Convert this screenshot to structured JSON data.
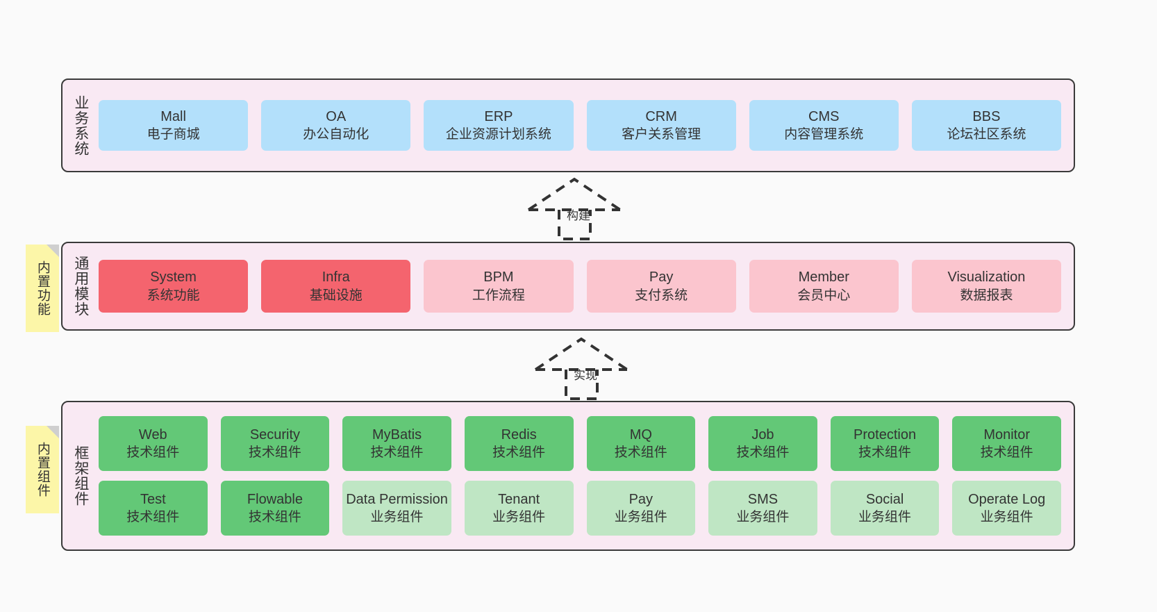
{
  "diagram": {
    "title_hidden": "",
    "layers": [
      {
        "id": "business",
        "label": "业务系统",
        "rows": [
          {
            "cards": [
              {
                "name": "Mall",
                "desc": "电子商城",
                "color": "#b3e0fb"
              },
              {
                "name": "OA",
                "desc": "办公自动化",
                "color": "#b3e0fb"
              },
              {
                "name": "ERP",
                "desc": "企业资源计划系统",
                "color": "#b3e0fb"
              },
              {
                "name": "CRM",
                "desc": "客户关系管理",
                "color": "#b3e0fb"
              },
              {
                "name": "CMS",
                "desc": "内容管理系统",
                "color": "#b3e0fb"
              },
              {
                "name": "BBS",
                "desc": "论坛社区系统",
                "color": "#b3e0fb"
              }
            ]
          }
        ]
      },
      {
        "id": "common",
        "label": "通用模块",
        "sticky": "内置功能",
        "rows": [
          {
            "cards": [
              {
                "name": "System",
                "desc": "系统功能",
                "color": "#f4646e"
              },
              {
                "name": "Infra",
                "desc": "基础设施",
                "color": "#f4646e"
              },
              {
                "name": "BPM",
                "desc": "工作流程",
                "color": "#fbc5ce"
              },
              {
                "name": "Pay",
                "desc": "支付系统",
                "color": "#fbc5ce"
              },
              {
                "name": "Member",
                "desc": "会员中心",
                "color": "#fbc5ce"
              },
              {
                "name": "Visualization",
                "desc": "数据报表",
                "color": "#fbc5ce"
              }
            ]
          }
        ]
      },
      {
        "id": "framework",
        "label": "框架组件",
        "sticky": "内置组件",
        "rows": [
          {
            "cards": [
              {
                "name": "Web",
                "desc": "技术组件",
                "color": "#63c877"
              },
              {
                "name": "Security",
                "desc": "技术组件",
                "color": "#63c877"
              },
              {
                "name": "MyBatis",
                "desc": "技术组件",
                "color": "#63c877"
              },
              {
                "name": "Redis",
                "desc": "技术组件",
                "color": "#63c877"
              },
              {
                "name": "MQ",
                "desc": "技术组件",
                "color": "#63c877"
              },
              {
                "name": "Job",
                "desc": "技术组件",
                "color": "#63c877"
              },
              {
                "name": "Protection",
                "desc": "技术组件",
                "color": "#63c877"
              },
              {
                "name": "Monitor",
                "desc": "技术组件",
                "color": "#63c877"
              }
            ]
          },
          {
            "cards": [
              {
                "name": "Test",
                "desc": "技术组件",
                "color": "#63c877"
              },
              {
                "name": "Flowable",
                "desc": "技术组件",
                "color": "#63c877"
              },
              {
                "name": "Data Permission",
                "desc": "业务组件",
                "color": "#bfe6c4"
              },
              {
                "name": "Tenant",
                "desc": "业务组件",
                "color": "#bfe6c4"
              },
              {
                "name": "Pay",
                "desc": "业务组件",
                "color": "#bfe6c4"
              },
              {
                "name": "SMS",
                "desc": "业务组件",
                "color": "#bfe6c4"
              },
              {
                "name": "Social",
                "desc": "业务组件",
                "color": "#bfe6c4"
              },
              {
                "name": "Operate Log",
                "desc": "业务组件",
                "color": "#bfe6c4"
              }
            ]
          }
        ]
      }
    ],
    "connectors": [
      {
        "id": "build",
        "label": "构建",
        "style": "dashed-generalization",
        "from": "通用模块",
        "to": "业务系统"
      },
      {
        "id": "realize",
        "label": "实现",
        "style": "dashed-generalization",
        "from": "框架组件",
        "to": "通用模块"
      }
    ],
    "colors": {
      "panel_background": "#f9e9f3",
      "panel_border": "#3a3a3a",
      "canvas_background": "#fafafa",
      "sticky_note": "#fcf6a8",
      "sticky_fold": "#cfcfcf",
      "business_card": "#b3e0fb",
      "common_primary_card": "#f4646e",
      "common_secondary_card": "#fbc5ce",
      "framework_tech_card": "#63c877",
      "framework_biz_card": "#bfe6c4",
      "text": "#333333"
    }
  }
}
